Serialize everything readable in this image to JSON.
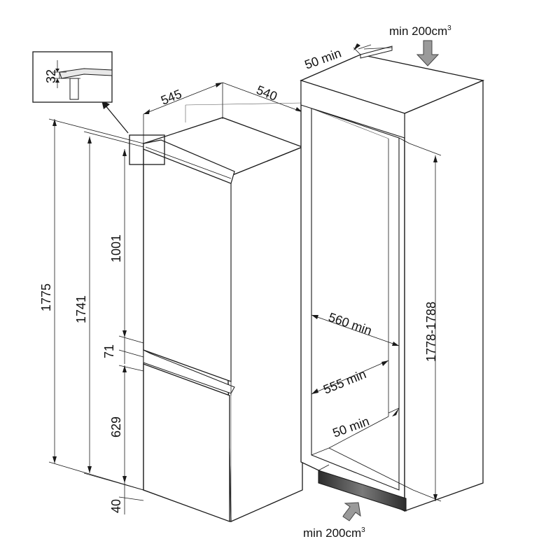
{
  "dimensions": {
    "detail_height": "32",
    "depth_545": "545",
    "width_540": "540",
    "height_1775": "1775",
    "height_1741": "1741",
    "upper_door_1001": "1001",
    "gap_71": "71",
    "lower_door_629": "629",
    "plinth_40": "40",
    "niche_height": "1778-1788",
    "niche_width": "560 min",
    "niche_depth": "555 min",
    "top_clearance": "50 min",
    "bottom_clearance": "50 min"
  },
  "ventilation": {
    "top_label": "min 200cm",
    "top_sup": "3",
    "bottom_label": "min 200cm",
    "bottom_sup": "3"
  },
  "colors": {
    "line": "#1a1a1a",
    "arrow": "#9a9a9a",
    "vent_grille": "#3a3a3a"
  }
}
